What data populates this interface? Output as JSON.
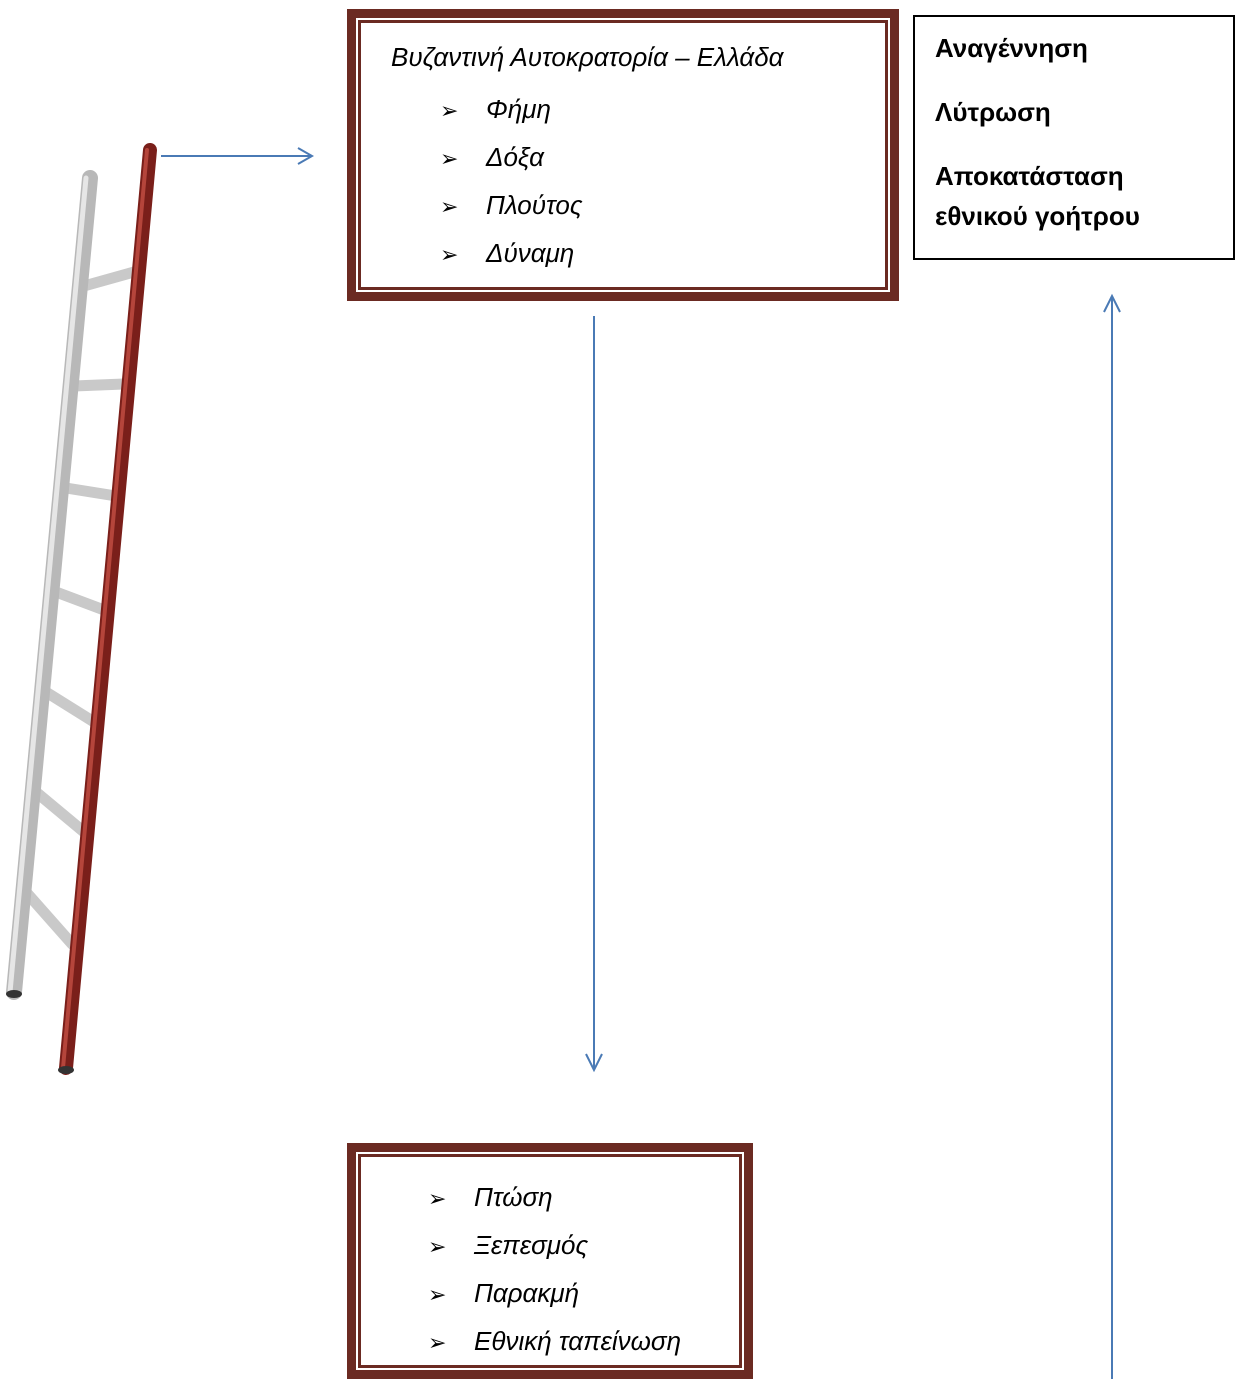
{
  "top_box": {
    "title": "Βυζαντινή Αυτοκρατορία – Ελλάδα",
    "items": [
      "Φήμη",
      "Δόξα",
      "Πλούτος",
      "Δύναμη"
    ]
  },
  "bottom_box": {
    "items": [
      "Πτώση",
      "Ξεπεσμός",
      "Παρακμή",
      "Εθνική ταπείνωση"
    ]
  },
  "right_box": {
    "line1": "Αναγέννηση",
    "line2": "Λύτρωση",
    "line3": "Αποκατάσταση",
    "line4": "εθνικού γοήτρου"
  },
  "colors": {
    "frame": "#6b2a22",
    "arrow": "#4a7ab5"
  },
  "bullet_glyph": "➢"
}
